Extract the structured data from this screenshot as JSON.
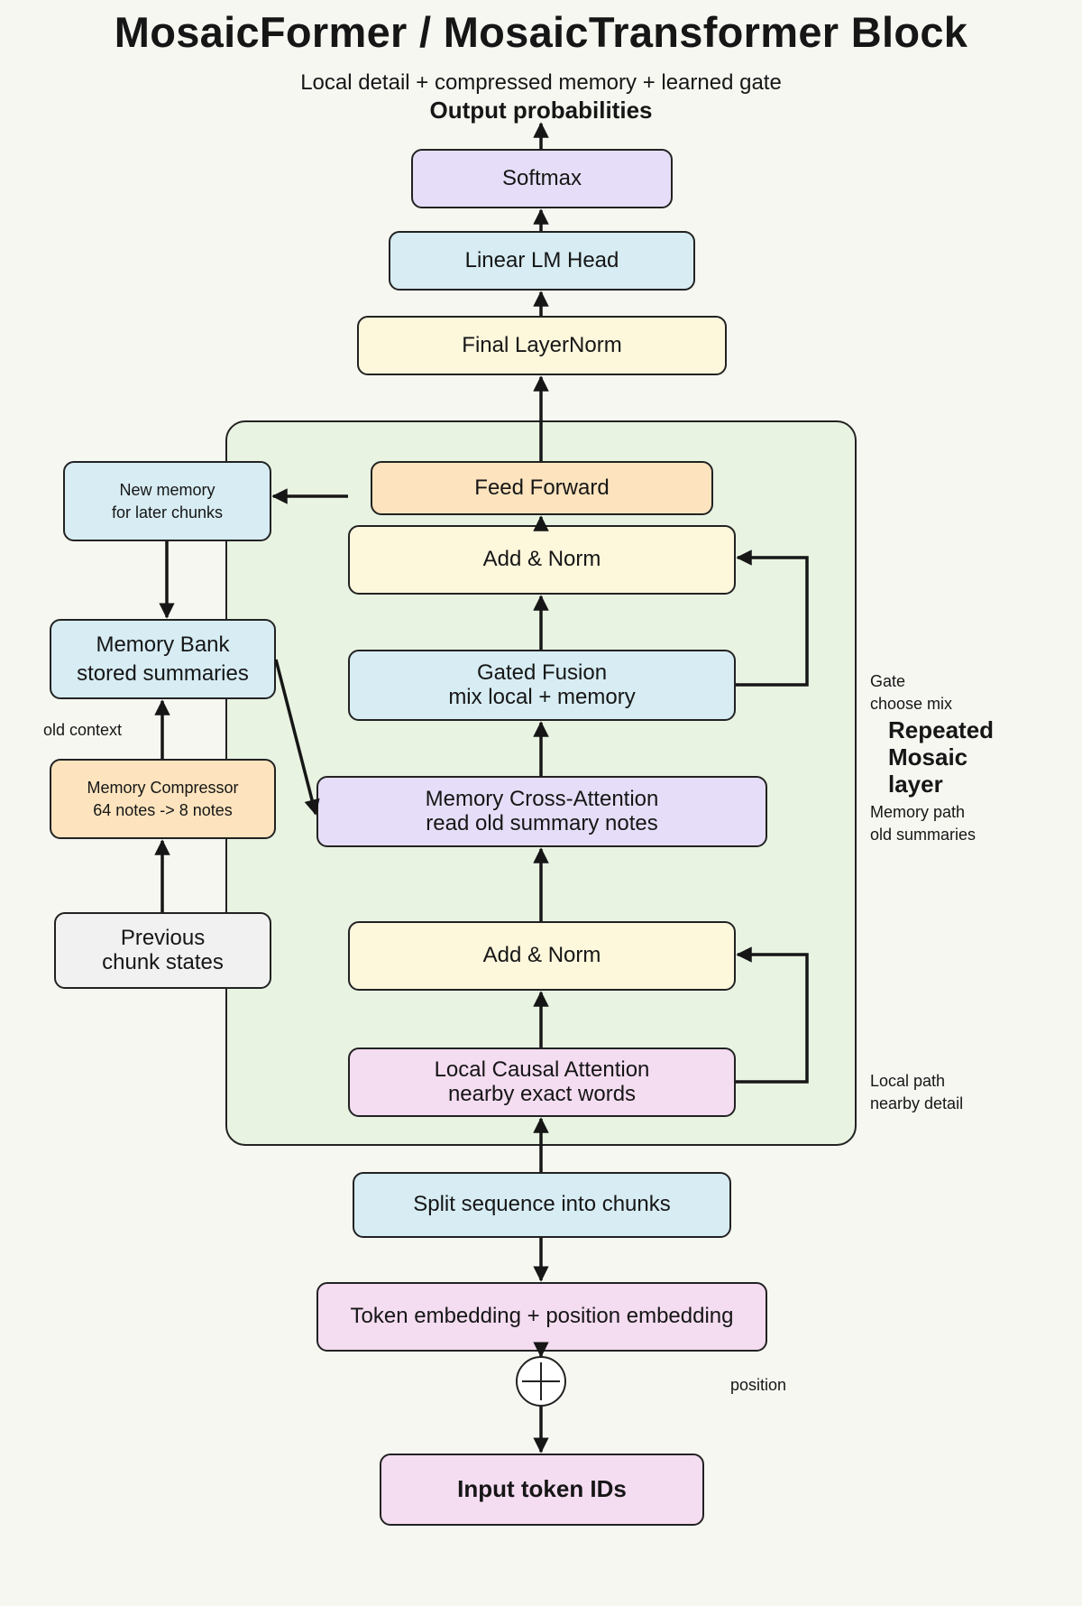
{
  "title": "MosaicFormer / MosaicTransformer Block",
  "subtitle": "Local detail + compressed memory + learned gate",
  "output_label": "Output probabilities",
  "boxes": {
    "softmax": "Softmax",
    "lm_head": "Linear LM Head",
    "final_norm": "Final LayerNorm",
    "feed_forward": "Feed Forward",
    "add_norm_top": "Add & Norm",
    "gated_fusion": {
      "line1": "Gated Fusion",
      "line2": "mix local + memory"
    },
    "memory_cross_attention": {
      "line1": "Memory Cross-Attention",
      "line2": "read old summary notes"
    },
    "add_norm_bottom": "Add & Norm",
    "local_attention": {
      "line1": "Local Causal Attention",
      "line2": "nearby exact words"
    },
    "split_chunks": "Split sequence into chunks",
    "embedding": "Token embedding + position embedding",
    "input_ids": "Input token IDs",
    "new_memory": {
      "line1": "New memory",
      "line2": "for later chunks"
    },
    "memory_bank": {
      "line1": "Memory Bank",
      "line2": "stored summaries"
    },
    "memory_compressor": {
      "line1": "Memory Compressor",
      "line2": "64 notes -> 8 notes"
    },
    "previous_states": {
      "line1": "Previous",
      "line2": "chunk states"
    }
  },
  "notes": {
    "old_context": "old context",
    "gate": {
      "line1": "Gate",
      "line2": "choose mix"
    },
    "repeated": {
      "line1": "Repeated",
      "line2": "Mosaic",
      "line3": "layer"
    },
    "memory_path": {
      "line1": "Memory path",
      "line2": "old summaries"
    },
    "local_path": {
      "line1": "Local path",
      "line2": "nearby detail"
    },
    "position": "position"
  },
  "icons": {
    "sum": "plus-circle-icon"
  },
  "colors": {
    "background": "#f7f7f2",
    "panel": "#e8f3e2",
    "lavender": "#e6def8",
    "blue": "#d7ecf3",
    "cream": "#fdf7dc",
    "orange": "#fde4be",
    "pink": "#f4dcf1",
    "grey": "#f1f1f1",
    "stroke": "#222222"
  }
}
